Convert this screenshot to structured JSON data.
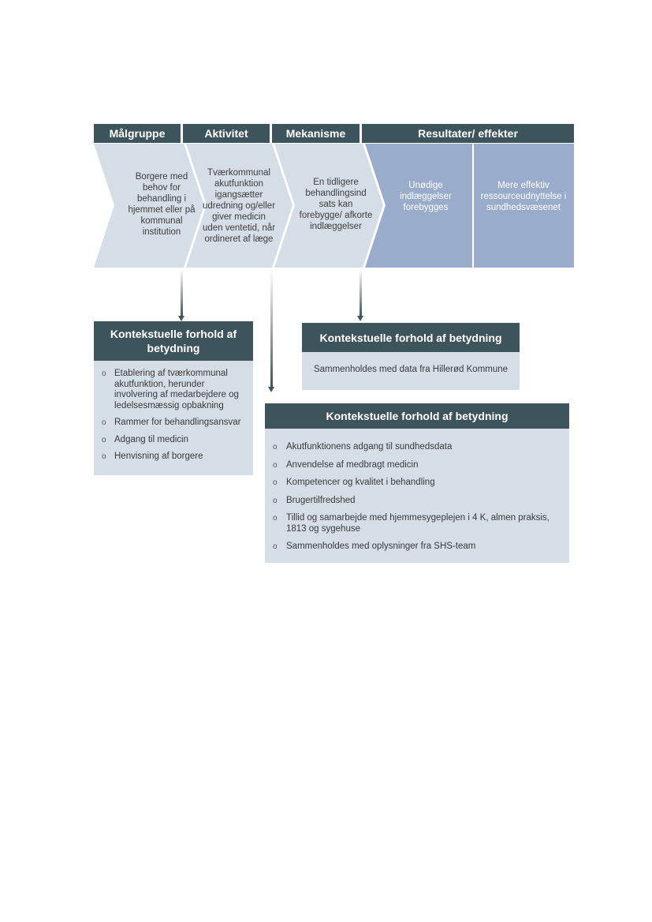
{
  "headers": {
    "malgruppe": "Målgruppe",
    "aktivitet": "Aktivitet",
    "mekanisme": "Mekanisme",
    "resultater": "Resultater/ effekter"
  },
  "stages": {
    "malgruppe": "Borgere med behov for behandling i hjemmet eller på kommunal institution",
    "aktivitet": "Tværkommunal akutfunktion igangsætter udredning og/eller giver medicin uden ventetid, når ordineret af læge",
    "mekanisme": "En tidligere behandlingsind sats kan forebygge/ afkorte indlæggelser",
    "resultat1": "Unødige indlæggelser forebygges",
    "resultat2": "Mere effektiv ressourceudnyttelse i sundhedsvæsenet"
  },
  "context_left": {
    "title": "Kontekstuelle forhold af betydning",
    "items": [
      "Etablering af tværkommunal akutfunktion, herunder involvering af medarbejdere og ledelsesmæssig opbakning",
      "Rammer for behandlingsansvar",
      "Adgang til medicin",
      "Henvisning af borgere"
    ]
  },
  "context_right_small": {
    "title": "Kontekstuelle forhold af betydning",
    "text": "Sammenholdes med data fra Hillerød Kommune"
  },
  "context_bottom": {
    "title": "Kontekstuelle forhold af betydning",
    "items": [
      "Akutfunktionens adgang til sundhedsdata",
      "Anvendelse af medbragt medicin",
      "Kompetencer og kvalitet i behandling",
      "Brugertilfredshed",
      "Tillid og samarbejde med hjemmesygeplejen i 4 K, almen praksis, 1813 og sygehuse",
      "Sammenholdes med oplysninger fra SHS-team"
    ]
  },
  "bullet_symbol": "o",
  "colors": {
    "header": "#3e545c",
    "light_chevron": "#d5dde7",
    "result_fill": "#9aaccb"
  }
}
